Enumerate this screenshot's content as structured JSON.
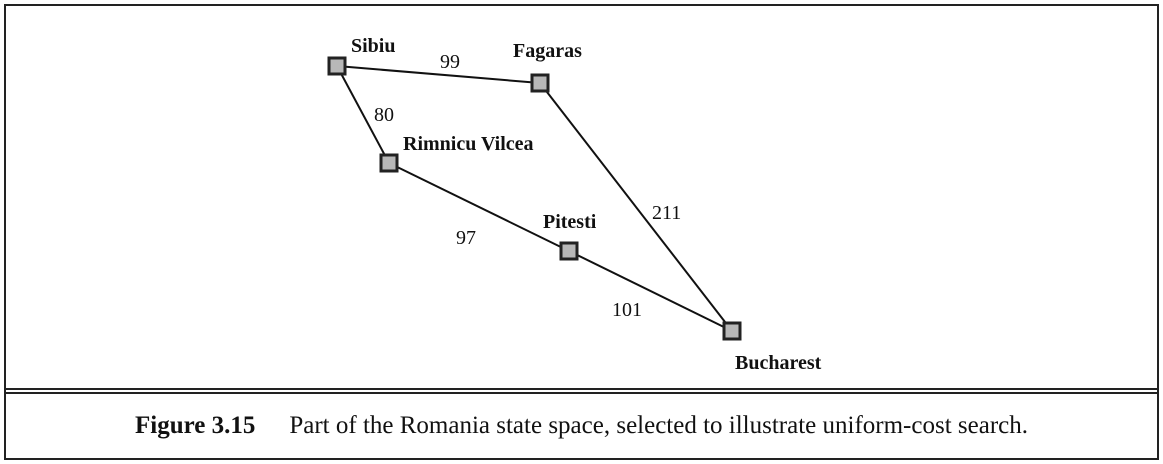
{
  "diagram": {
    "nodes": [
      {
        "id": "sibiu",
        "label": "Sibiu"
      },
      {
        "id": "fagaras",
        "label": "Fagaras"
      },
      {
        "id": "rimnicu",
        "label": "Rimnicu Vilcea"
      },
      {
        "id": "pitesti",
        "label": "Pitesti"
      },
      {
        "id": "bucharest",
        "label": "Bucharest"
      }
    ],
    "edges": [
      {
        "from": "sibiu",
        "to": "fagaras",
        "cost": "99"
      },
      {
        "from": "sibiu",
        "to": "rimnicu",
        "cost": "80"
      },
      {
        "from": "rimnicu",
        "to": "pitesti",
        "cost": "97"
      },
      {
        "from": "fagaras",
        "to": "bucharest",
        "cost": "211"
      },
      {
        "from": "pitesti",
        "to": "bucharest",
        "cost": "101"
      }
    ],
    "node_fill": "#b8b8b8",
    "node_border": "#222222"
  },
  "caption": {
    "label": "Figure 3.15",
    "text": "Part of the Romania state space, selected to illustrate uniform-cost search."
  }
}
